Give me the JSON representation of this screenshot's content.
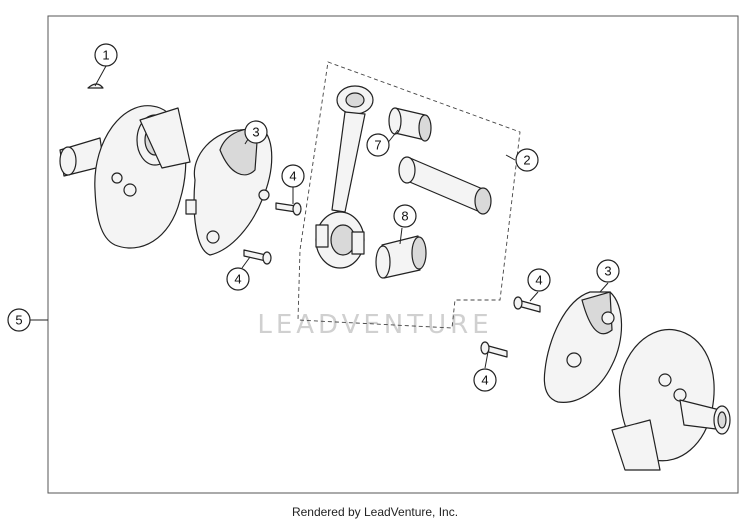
{
  "callouts": [
    "1",
    "2",
    "3",
    "3",
    "4",
    "4",
    "4",
    "4",
    "5",
    "7",
    "8"
  ],
  "watermark": "LEADVENTURE",
  "footer": "Rendered by LeadVenture, Inc."
}
